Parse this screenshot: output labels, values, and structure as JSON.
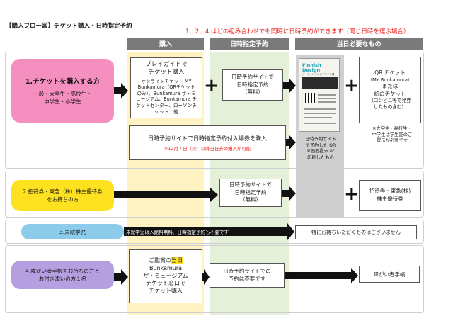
{
  "header": {
    "title": "【購入フロー図】チケット購入・日時指定予約",
    "note": "1、2、4 はどの組み合わせでも同時に日時予約ができます（同じ日時を選ぶ場合）"
  },
  "columns": {
    "purchase": "購入",
    "date_reservation": "日時指定予約",
    "needed_on_day": "当日必要なもの"
  },
  "rows": {
    "r1": {
      "label": "1.チケットを購入する方",
      "sublabel_1": "一般・大学生・高校生・",
      "sublabel_2": "中学生・小学生",
      "playguide_title_1": "プレイガイドで",
      "playguide_title_2": "チケット購入",
      "playguide_detail_1": "オンラインチケット MY",
      "playguide_detail_2": "Bunkamura（QRチケット",
      "playguide_detail_3": "のみ）、Bunkamura ザ・ミ",
      "playguide_detail_4": "ュージアム、Bunkamura チ",
      "playguide_detail_5": "ケットセンター、ローソンチ",
      "playguide_detail_6": "ケット　他",
      "date_line_1": "日時予約サイトで",
      "date_line_2": "日時指定予約",
      "date_line_3": "（無料）",
      "wide_text": "日時予約サイトで日時指定予約付入場券を購入",
      "wide_note": "※12月７日（火）以降当日券の購入が可能",
      "qr_line_1": "QR チケット",
      "qr_line_2": "（MY Bunkamura）",
      "qr_line_3": "または",
      "qr_line_4": "紙のチケット",
      "qr_line_5": "（コンビニ等で発券",
      "qr_line_6": "したもの含む）",
      "qr_note_1": "※大学生・高校生・",
      "qr_note_2": "中学生は学生証のご",
      "qr_note_3": "提示が必要です",
      "grey_note_1": "日時予約サイト",
      "grey_note_2": "で予約した QR",
      "grey_note_3": "※画面提示 or",
      "grey_note_4": "印刷したもの",
      "poster_title": "Finnish Design",
      "poster_subtitle": "ザ・フィンランドデザイン展"
    },
    "r2": {
      "label_1": "2.招待券・東急（株）株主優待券",
      "label_2": "をお持ちの方",
      "date_line_1": "日時予約サイトで",
      "date_line_2": "日時指定予約",
      "date_line_3": "（無料）",
      "ticket_line_1": "招待券・東急(株)",
      "ticket_line_2": "株主優待券"
    },
    "r3": {
      "label": "3.未就学児",
      "bar_text": "未就学児は入館料無料、日時指定予約も不要です",
      "nothing": "特にお持ちいただくものはございません"
    },
    "r4": {
      "label_1": "4.障がい者手帳をお持ちの方と",
      "label_2": "お付き添いの方１名",
      "bunka_line_1_pre": "ご鑑賞の",
      "bunka_line_1_hl": "当日",
      "bunka_line_2": "Bunkamura",
      "bunka_line_3": "ザ・ミュージアム",
      "bunka_line_4": "チケット窓口で",
      "bunka_line_5": "チケット購入",
      "date_line_1": "日時予約サイトでの",
      "date_line_2": "予約は不要です",
      "need": "障がい者手帳"
    }
  },
  "colors": {
    "pink": "#f58fc0",
    "yellow": "#ffe21f",
    "blue": "#8ccbe9",
    "purple": "#b59fe0",
    "red_text": "#e8231c",
    "header_grey": "#7a7a7a"
  }
}
